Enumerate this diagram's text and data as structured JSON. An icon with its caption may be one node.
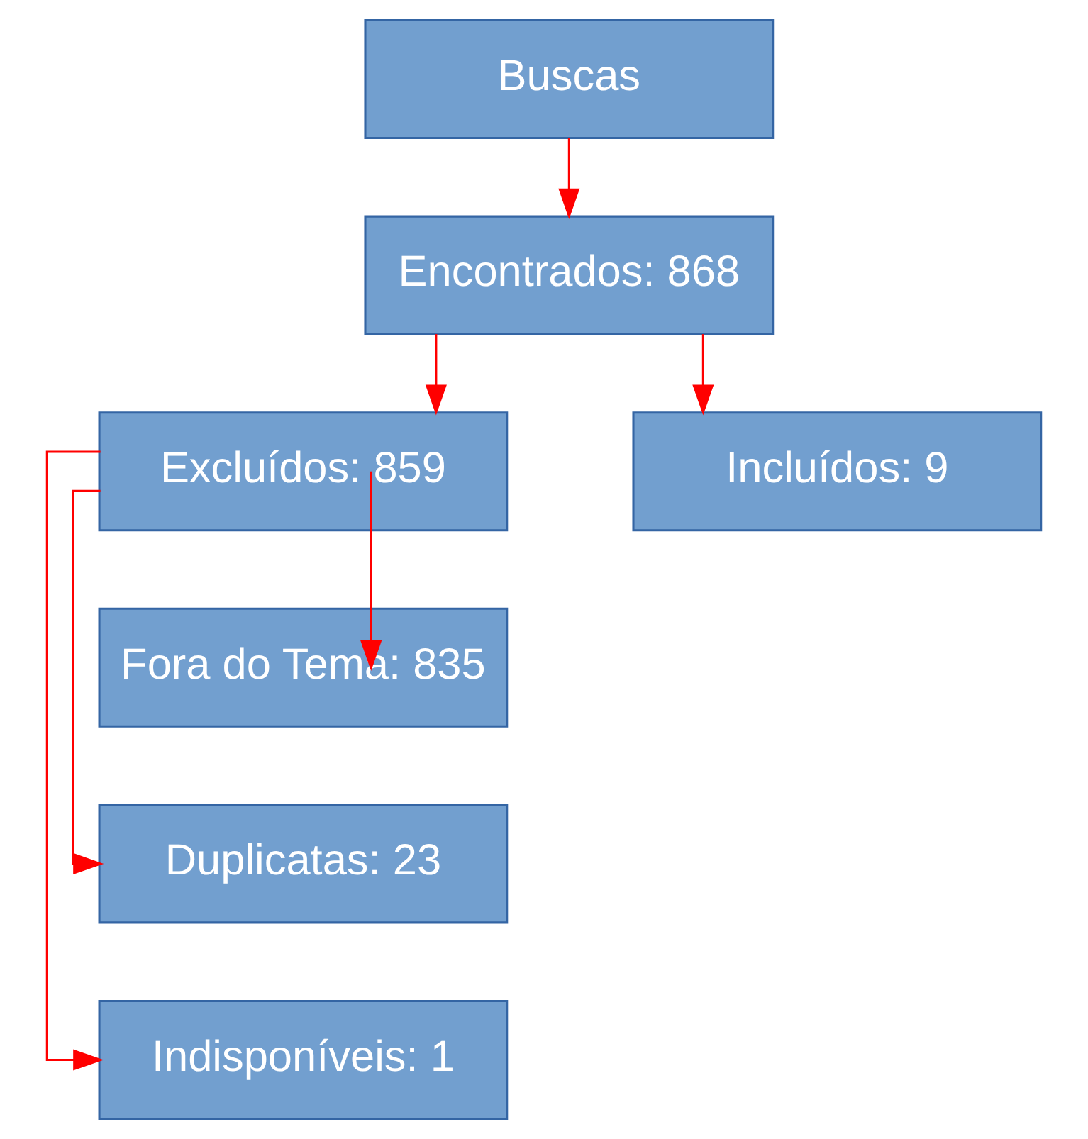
{
  "diagram": {
    "nodes": [
      {
        "text": [
          "Buscas"
        ]
      },
      {
        "text": [
          "Encontrados: 868"
        ]
      },
      {
        "text": [
          "Excluídos: 859"
        ]
      },
      {
        "text": [
          "Incluídos: 9"
        ]
      },
      {
        "text": [
          "Fora do Tema: 835"
        ]
      },
      {
        "text": [
          "Duplicatas: 23"
        ]
      },
      {
        "text": [
          "Indisponíveis: 1"
        ]
      }
    ],
    "edges": [
      {
        "from": 0,
        "to": 1,
        "arrow": "to",
        "color": "#ff0000"
      },
      {
        "from": 1,
        "to": 2,
        "arrow": "to",
        "color": "#ff0000"
      },
      {
        "from": 1,
        "to": 3,
        "arrow": "to",
        "color": "#ff0000"
      },
      {
        "from": 2,
        "to": 4,
        "arrow": "to",
        "color": "#ff0000"
      },
      {
        "from": 2,
        "to": 5,
        "arrow": "to",
        "color": "#ff0000"
      },
      {
        "from": 2,
        "to": 6,
        "arrow": "to",
        "color": "#ff0000"
      }
    ]
  }
}
